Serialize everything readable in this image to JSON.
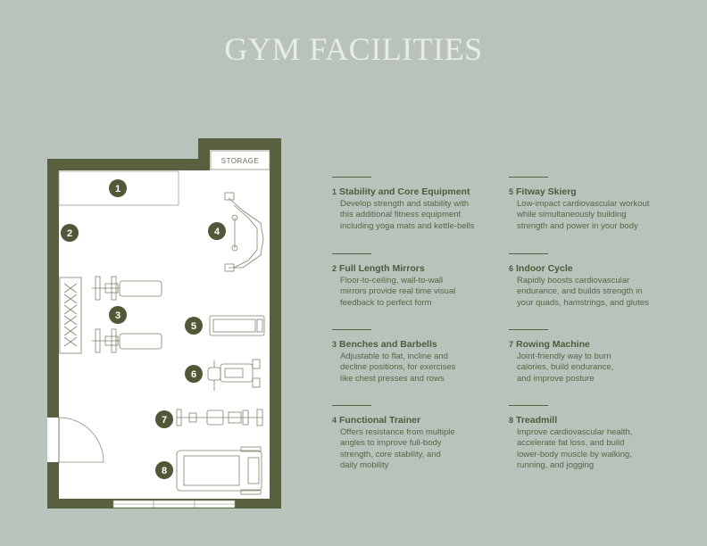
{
  "title": "GYM FACILITIES",
  "plan": {
    "storage_label": "STORAGE",
    "markers": [
      "1",
      "2",
      "3",
      "4",
      "5",
      "6",
      "7",
      "8"
    ]
  },
  "legend": [
    {
      "number": "1",
      "name": "Stability and Core Equipment",
      "lines": [
        "Develop strength and stability with",
        "this additional fitness equipment",
        "including yoga mats and kettle-bells"
      ]
    },
    {
      "number": "2",
      "name": "Full Length Mirrors",
      "lines": [
        "Floor-to-ceiling, wall-to-wall",
        "mirrors provide real time visual",
        "feedback to perfect form"
      ]
    },
    {
      "number": "3",
      "name": "Benches and Barbells",
      "lines": [
        "Adjustable to flat, incline and",
        "decline positions, for exercises",
        "like chest presses and rows"
      ]
    },
    {
      "number": "4",
      "name": "Functional Trainer",
      "lines": [
        "Offers resistance from multiple",
        "angles to improve full-body",
        "strength, core stability, and",
        "daily mobility"
      ]
    },
    {
      "number": "5",
      "name": "Fitway Skierg",
      "lines": [
        "Low-impact cardiovascular workout",
        "while simultaneously building",
        "strength and power in your body"
      ]
    },
    {
      "number": "6",
      "name": "Indoor Cycle",
      "lines": [
        "Rapidly boosts cardiovascular",
        "endurance, and builds strength in",
        "your quads, hamstrings, and glutes"
      ]
    },
    {
      "number": "7",
      "name": "Rowing Machine",
      "lines": [
        "Joint-friendly way to burn",
        "calories, build endurance,",
        "and improve posture"
      ]
    },
    {
      "number": "8",
      "name": "Treadmill",
      "lines": [
        "Improve cardiovascular health,",
        "accelerate fat loss, and build",
        "lower-body muscle by walking,",
        "running, and jogging"
      ]
    }
  ],
  "colors": {
    "background": "#b8c4bb",
    "wall": "#59603f",
    "text": "#4f5a3c",
    "title": "#e9ece2"
  }
}
